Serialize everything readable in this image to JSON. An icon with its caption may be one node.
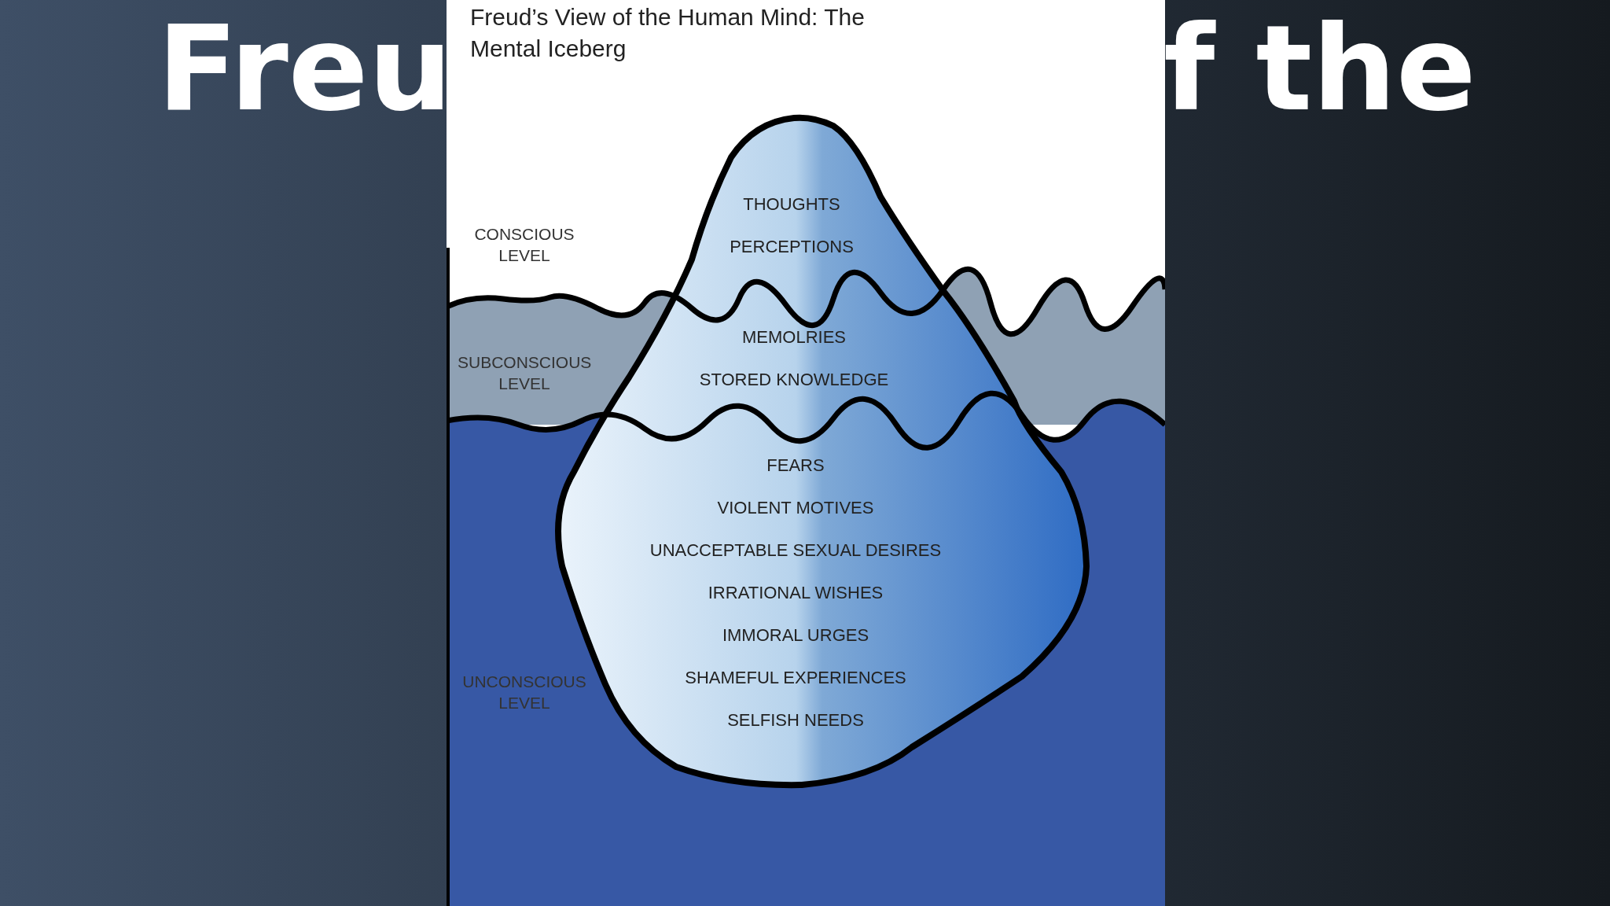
{
  "diagram": {
    "title": "Freud’s View of the Human Mind: The Mental Iceberg",
    "labels": [
      "CONSCIOUS LEVEL",
      "THOUGHTS",
      "PERCEPTIONS",
      "Freu",
      "f the",
      "MEMOLRIES",
      "SUBCONSCIOUS LEVEL",
      "STORED KNOWLEDGE",
      "FEARS",
      "VIOLENT MOTIVES",
      "UNACCEPTABLE SEXUAL DESIRES",
      "IRRATIONAL WISHES",
      "IMMORAL URGES",
      "UNCONSCIOUS LEVEL",
      "SHAMEFUL EXPERIENCES",
      "SELFISH NEEDS"
    ]
  }
}
